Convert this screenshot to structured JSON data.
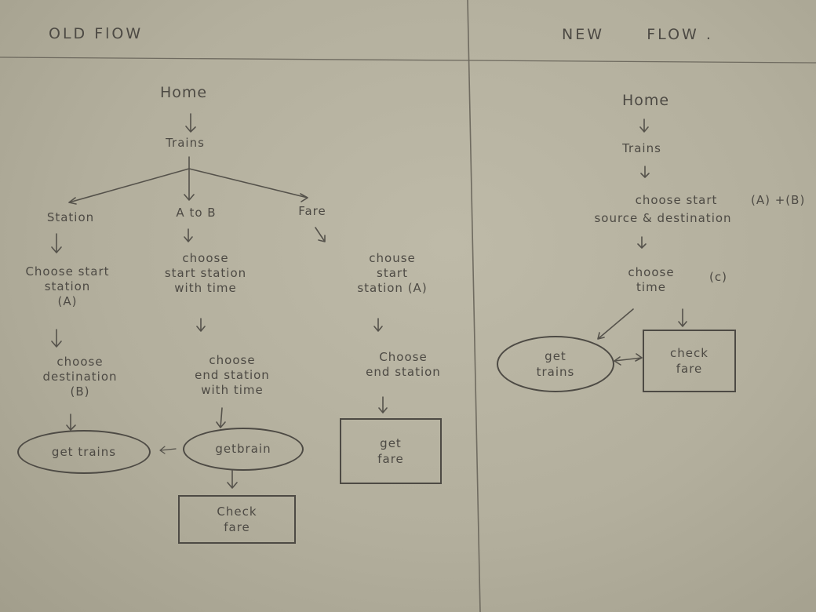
{
  "headers": {
    "old": "OLD FlOW",
    "new": "NEW      FLOW ."
  },
  "old_flow": {
    "home": "Home",
    "trains": "Trains",
    "branches": {
      "station": {
        "label": "Station",
        "step1": "Choose start\nstation\n(A)",
        "step2": "choose\ndestination\n(B)",
        "result": "get trains"
      },
      "a_to_b": {
        "label": "A to B",
        "step1": "choose\nstart station\nwith time",
        "step2": "choose\nend station\nwith time",
        "result": "getbrain",
        "fare": "Check\nfare"
      },
      "fare": {
        "label": "Fare",
        "step1": "chouse\nstart\nstation (A)",
        "step2": "Choose\nend station",
        "result": "get\nfare"
      }
    }
  },
  "new_flow": {
    "home": "Home",
    "trains": "Trains",
    "choose_start": "choose start",
    "source_destination": "source & destination",
    "ab_note": "(A) +(B)",
    "choose_time": "choose\ntime",
    "c_note": "(c)",
    "get_trains": "get\ntrains",
    "check_fare": "check\nfare"
  }
}
